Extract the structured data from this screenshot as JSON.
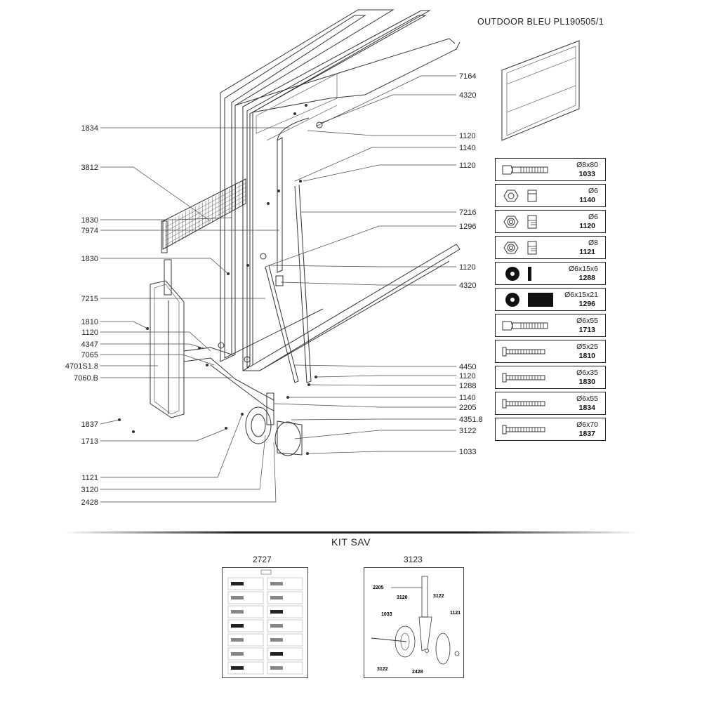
{
  "header": {
    "title": "OUTDOOR  BLEU   PL190505/1"
  },
  "callouts": {
    "left": [
      "1834",
      "3812",
      "1830",
      "7974",
      "1830",
      "7215",
      "1810",
      "1120",
      "4347",
      "7065",
      "4701S1.8",
      "7060.B",
      "1837",
      "1713",
      "1121",
      "3120",
      "2428"
    ],
    "right": [
      "7164",
      "4320",
      "1120",
      "1140",
      "1120",
      "7216",
      "1296",
      "1120",
      "4320",
      "4450",
      "1120",
      "1288",
      "1140",
      "2205",
      "4351.8",
      "3122",
      "1033"
    ]
  },
  "parts": [
    {
      "dim": "Ø8x80",
      "code": "1033",
      "icon": "bolt-icon"
    },
    {
      "dim": "Ø6",
      "code": "1140",
      "icon": "hex-nut-icon"
    },
    {
      "dim": "Ø6",
      "code": "1120",
      "icon": "lock-nut-icon"
    },
    {
      "dim": "Ø8",
      "code": "1121",
      "icon": "lock-nut-icon"
    },
    {
      "dim": "Ø6x15x6",
      "code": "1288",
      "icon": "washer-icon"
    },
    {
      "dim": "Ø6x15x21",
      "code": "1296",
      "icon": "spacer-icon"
    },
    {
      "dim": "Ø6x55",
      "code": "1713",
      "icon": "bolt-icon"
    },
    {
      "dim": "Ø5x25",
      "code": "1810",
      "icon": "screw-icon"
    },
    {
      "dim": "Ø6x35",
      "code": "1830",
      "icon": "screw-icon"
    },
    {
      "dim": "Ø6x55",
      "code": "1834",
      "icon": "screw-icon"
    },
    {
      "dim": "Ø6x70",
      "code": "1837",
      "icon": "screw-icon"
    }
  ],
  "kit": {
    "title": "KIT SAV",
    "items": [
      {
        "code": "2727"
      },
      {
        "code": "3123",
        "callouts": [
          "2205",
          "3120",
          "3122",
          "1033",
          "1121",
          "3122",
          "2428"
        ]
      }
    ]
  }
}
